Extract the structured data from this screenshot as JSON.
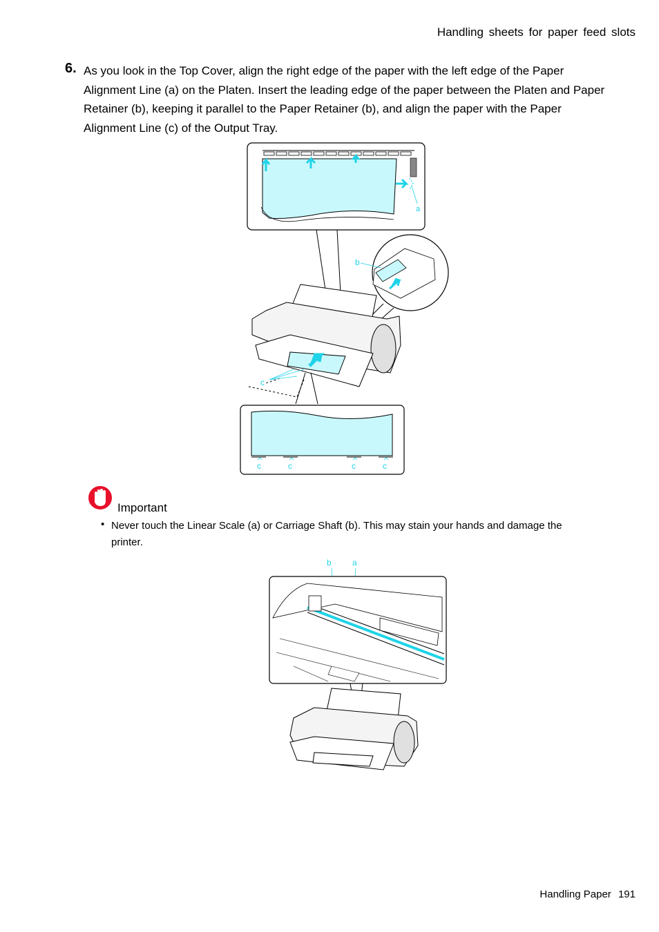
{
  "header": {
    "section_title": "Handling sheets for paper feed slots"
  },
  "step": {
    "number": "6.",
    "text": "As you look in the Top Cover, align the right edge of the paper with the left edge of the Paper Alignment Line (a) on the Platen.  Insert the leading edge of the paper between the Platen and Paper Retainer (b), keeping it parallel to the Paper Retainer (b), and align the paper with the Paper Alignment Line (c) of the Output Tray."
  },
  "figure1": {
    "labels": {
      "a": "a",
      "b": "b",
      "c_main": "c",
      "c1": "c",
      "c2": "c",
      "c3": "c",
      "c4": "c"
    }
  },
  "important": {
    "title": "Important",
    "bullet": "•",
    "text": "Never touch the Linear Scale (a) or Carriage Shaft (b).  This may stain your hands and damage the printer."
  },
  "figure2": {
    "labels": {
      "b": "b",
      "a": "a"
    }
  },
  "footer": {
    "chapter": "Handling Paper",
    "page": "191"
  },
  "colors": {
    "accent": "#1fd3e8",
    "paper_fill": "#c8f8fc",
    "important_red": "#e8102a"
  }
}
